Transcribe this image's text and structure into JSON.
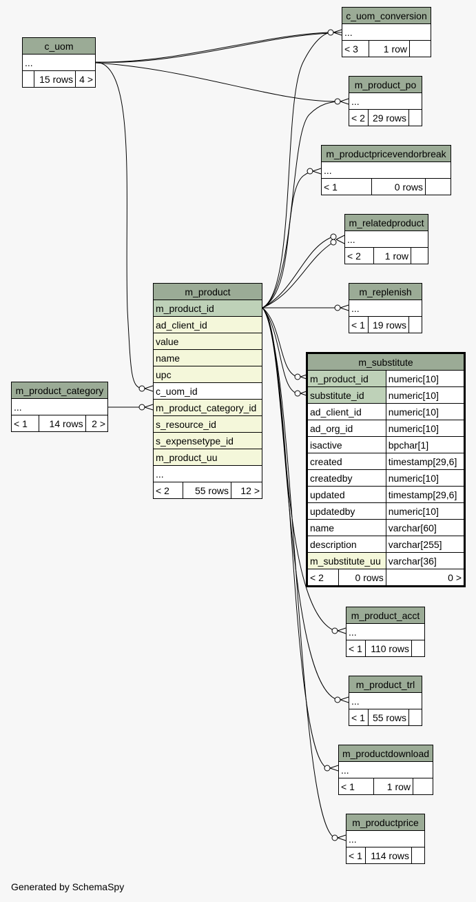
{
  "tables": {
    "c_uom": {
      "name": "c_uom",
      "more": "...",
      "parents": "",
      "rows": "15 rows",
      "children": "4 >"
    },
    "c_uom_conversion": {
      "name": "c_uom_conversion",
      "more": "...",
      "parents": "< 3",
      "rows": "1 row",
      "children": ""
    },
    "m_product_po": {
      "name": "m_product_po",
      "more": "...",
      "parents": "< 2",
      "rows": "29 rows",
      "children": ""
    },
    "m_productpricevendorbreak": {
      "name": "m_productpricevendorbreak",
      "more": "...",
      "parents": "< 1",
      "rows": "0 rows",
      "children": ""
    },
    "m_relatedproduct": {
      "name": "m_relatedproduct",
      "more": "...",
      "parents": "< 2",
      "rows": "1 row",
      "children": ""
    },
    "m_replenish": {
      "name": "m_replenish",
      "more": "...",
      "parents": "< 1",
      "rows": "19 rows",
      "children": ""
    },
    "m_product_category": {
      "name": "m_product_category",
      "more": "...",
      "parents": "< 1",
      "rows": "14 rows",
      "children": "2 >"
    },
    "m_product_acct": {
      "name": "m_product_acct",
      "more": "...",
      "parents": "< 1",
      "rows": "110 rows",
      "children": ""
    },
    "m_product_trl": {
      "name": "m_product_trl",
      "more": "...",
      "parents": "< 1",
      "rows": "55 rows",
      "children": ""
    },
    "m_productdownload": {
      "name": "m_productdownload",
      "more": "...",
      "parents": "< 1",
      "rows": "1 row",
      "children": ""
    },
    "m_productprice": {
      "name": "m_productprice",
      "more": "...",
      "parents": "< 1",
      "rows": "114 rows",
      "children": ""
    }
  },
  "m_product": {
    "name": "m_product",
    "columns": [
      "m_product_id",
      "ad_client_id",
      "value",
      "name",
      "upc",
      "c_uom_id",
      "m_product_category_id",
      "s_resource_id",
      "s_expensetype_id",
      "m_product_uu"
    ],
    "more": "...",
    "parents": "< 2",
    "rows": "55 rows",
    "children": "12 >"
  },
  "m_substitute": {
    "name": "m_substitute",
    "columns": [
      {
        "name": "m_product_id",
        "type": "numeric[10]"
      },
      {
        "name": "substitute_id",
        "type": "numeric[10]"
      },
      {
        "name": "ad_client_id",
        "type": "numeric[10]"
      },
      {
        "name": "ad_org_id",
        "type": "numeric[10]"
      },
      {
        "name": "isactive",
        "type": "bpchar[1]"
      },
      {
        "name": "created",
        "type": "timestamp[29,6]"
      },
      {
        "name": "createdby",
        "type": "numeric[10]"
      },
      {
        "name": "updated",
        "type": "timestamp[29,6]"
      },
      {
        "name": "updatedby",
        "type": "numeric[10]"
      },
      {
        "name": "name",
        "type": "varchar[60]"
      },
      {
        "name": "description",
        "type": "varchar[255]"
      },
      {
        "name": "m_substitute_uu",
        "type": "varchar[36]"
      }
    ],
    "parents": "< 2",
    "rows": "0 rows",
    "children": "0 >"
  },
  "footer": "Generated by SchemaSpy",
  "colors": {
    "header": "#9bab96",
    "primary_key": "#bed1b8",
    "indexed": "#f4f7da",
    "background": "#f7f7f7"
  }
}
